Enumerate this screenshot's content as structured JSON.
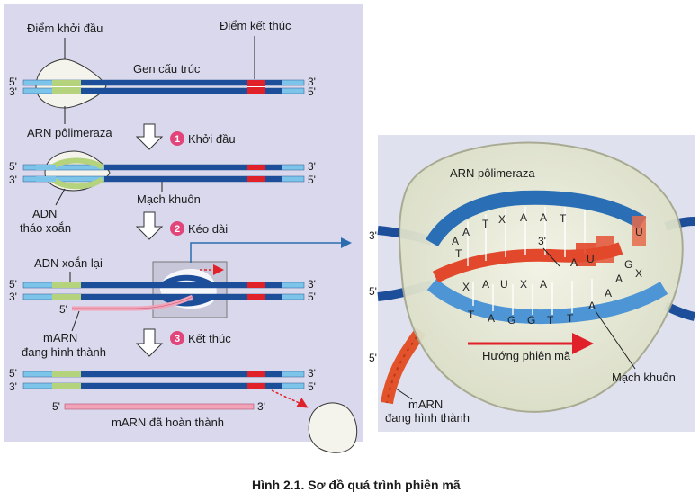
{
  "left": {
    "start_point": "Điểm khởi đầu",
    "end_point": "Điểm kết thúc",
    "gene": "Gen cấu trúc",
    "polymerase": "ARN pôlimeraza",
    "template_strand": "Mạch khuôn",
    "unwound_dna": [
      "ADN",
      "tháo xoắn"
    ],
    "rewound_dna": "ADN xoắn lại",
    "forming_mrna": [
      "mARN",
      "đang hình thành"
    ],
    "finished_mrna": "mARN đã hoàn thành",
    "five": "5'",
    "three": "3'",
    "steps": [
      {
        "num": "1",
        "label": "Khởi đầu"
      },
      {
        "num": "2",
        "label": "Kéo dài"
      },
      {
        "num": "3",
        "label": "Kết thúc"
      }
    ]
  },
  "right": {
    "polymerase": "ARN pôlimeraza",
    "direction": "Hướng phiên mã",
    "template_strand": "Mạch khuôn",
    "forming_mrna": [
      "mARN",
      "đang hình thành"
    ],
    "three_a": "3'",
    "three_b": "3'",
    "five": "5'",
    "five_b": "5'",
    "top_bases": [
      "A",
      "T",
      "X",
      "A",
      "A",
      "T"
    ],
    "left_bases": [
      "A",
      "T"
    ],
    "middle_bases": [
      "X",
      "A",
      "U",
      "X",
      "A"
    ],
    "red_bases": [
      "A",
      "U",
      "U"
    ],
    "bottom_bases": [
      "T",
      "A",
      "G",
      "G",
      "T",
      "T",
      "A"
    ],
    "right_bases": [
      "G",
      "X",
      "A",
      "A"
    ]
  },
  "caption": "Hình 2.1. Sơ đồ quá trình phiên mã",
  "colors": {
    "panel_bg": "#d9d8ec",
    "dna_dark": "#1d4e9a",
    "dna_light": "#7cc4ea",
    "promoter": "#b5d27c",
    "terminator": "#e0212a",
    "mrna": "#f2a3b8",
    "step_badge": "#e2457a"
  }
}
